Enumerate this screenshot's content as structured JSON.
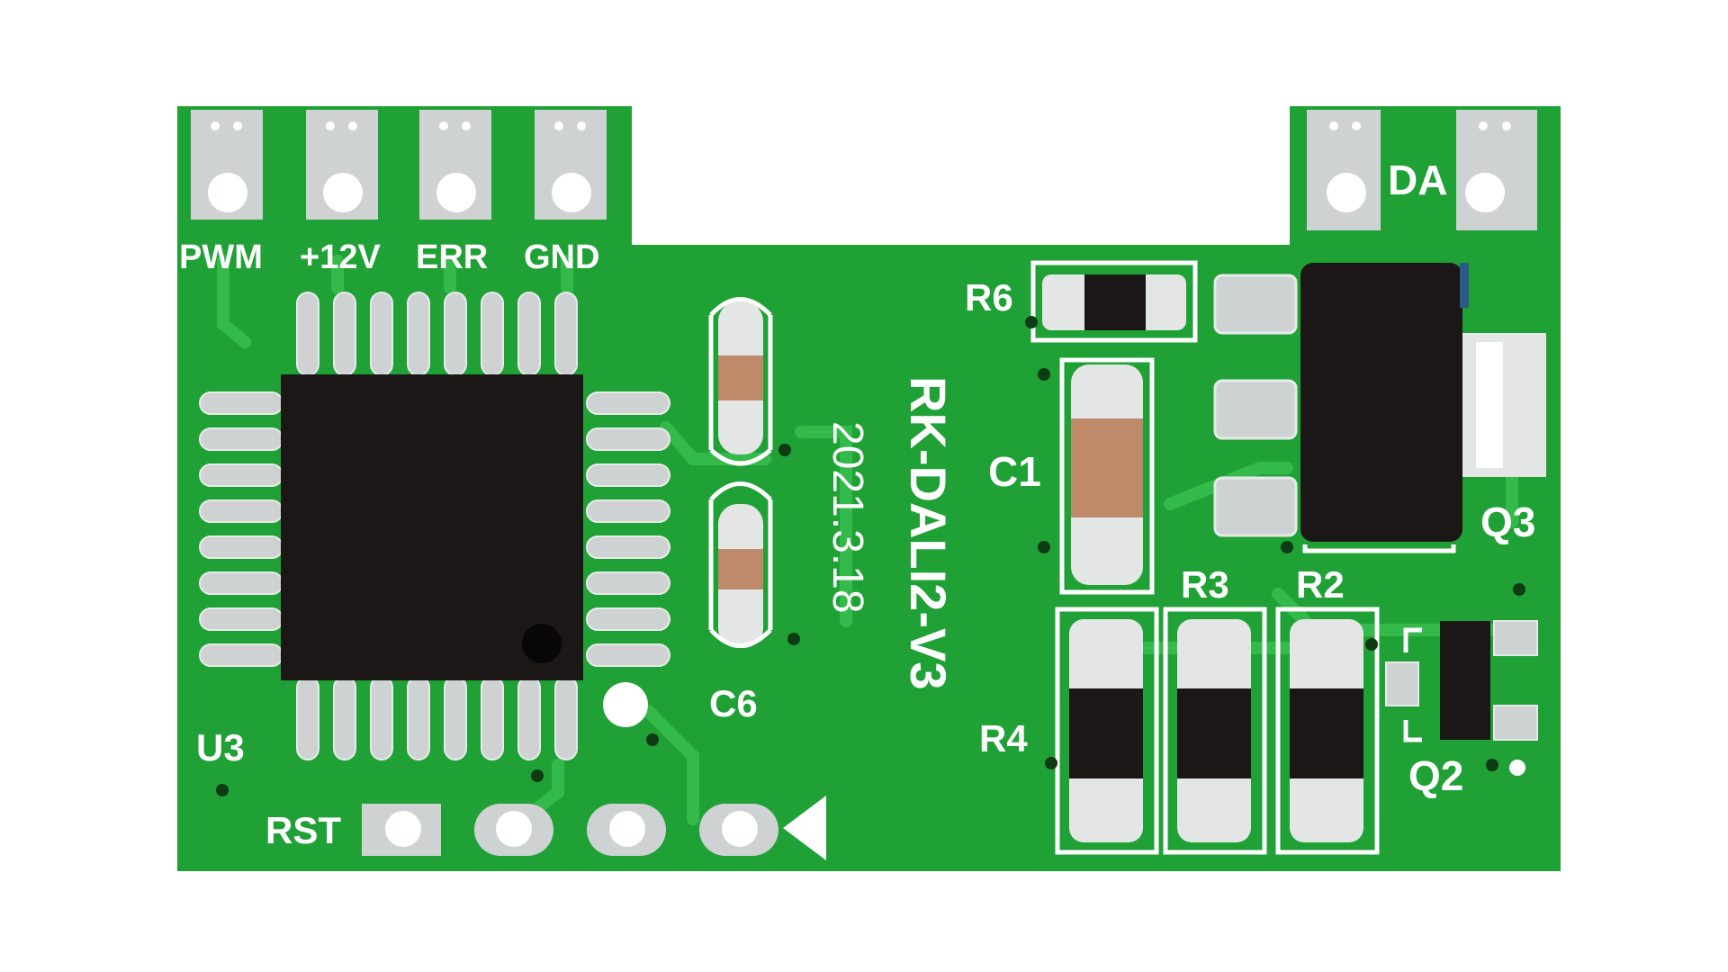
{
  "colors": {
    "board": "#1fa136",
    "board_trace": "#34ba4b",
    "silkscreen": "#ffffff",
    "pad_metal": "#cfd2d2",
    "chip": "#1b1717",
    "ceramic": "#bf8a6a",
    "background": "#ffffff"
  },
  "pins_top": {
    "pwm": "PWM",
    "v12": "+12V",
    "err": "ERR",
    "gnd": "GND"
  },
  "dali_label": "DA",
  "board_name": "RK-DALI2-V3",
  "board_date": "2021.3.18",
  "reset_label": "RST",
  "designators": {
    "u3": "U3",
    "c6": "C6",
    "c1": "C1",
    "r6": "R6",
    "r4": "R4",
    "r3": "R3",
    "r2": "R2",
    "q3": "Q3",
    "q2": "Q2"
  }
}
